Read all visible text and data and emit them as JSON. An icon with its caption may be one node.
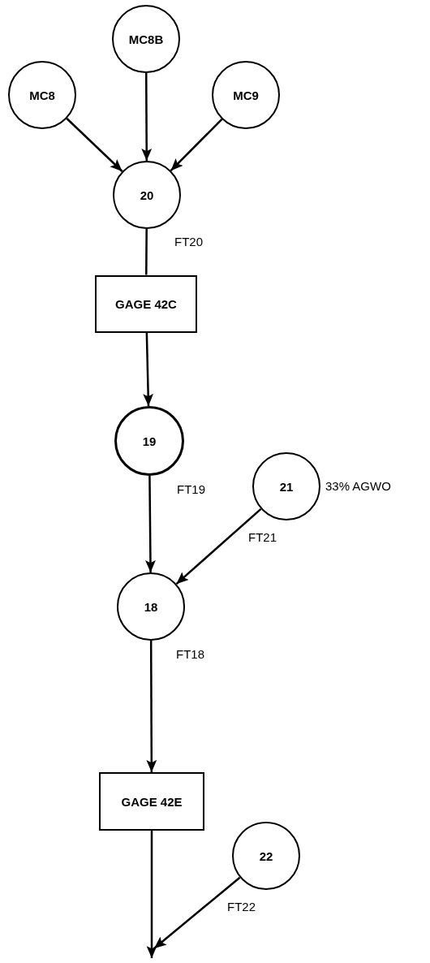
{
  "diagram": {
    "nodes": [
      {
        "text": [
          "MC8B"
        ]
      },
      {
        "text": [
          "MC8"
        ]
      },
      {
        "text": [
          "MC9"
        ]
      },
      {
        "text": [
          "20"
        ]
      },
      {
        "text": [
          "GAGE 42C"
        ]
      },
      {
        "text": [
          "19"
        ]
      },
      {
        "text": [
          "21"
        ],
        "beside": [
          "33% AGWO"
        ]
      },
      {
        "text": [
          "18"
        ]
      },
      {
        "text": [
          "GAGE 42E"
        ]
      },
      {
        "text": [
          "22"
        ]
      }
    ],
    "edges": [
      {
        "from": 1,
        "to": 3,
        "arrow": "to"
      },
      {
        "from": 0,
        "to": 3,
        "arrow": "to"
      },
      {
        "from": 2,
        "to": 3,
        "arrow": "to"
      },
      {
        "from": 3,
        "to": 4,
        "arrow": "none",
        "label": "FT20"
      },
      {
        "from": 4,
        "to": 5,
        "arrow": "to"
      },
      {
        "from": 5,
        "to": 7,
        "arrow": "to",
        "label": "FT19"
      },
      {
        "from": 6,
        "to": 7,
        "arrow": "to",
        "label": "FT21"
      },
      {
        "from": 7,
        "to": 8,
        "arrow": "to",
        "label": "FT18"
      },
      {
        "from": 8,
        "to": null,
        "arrow": "to"
      },
      {
        "from": 9,
        "to": null,
        "arrow": "to",
        "label": "FT22"
      }
    ]
  }
}
